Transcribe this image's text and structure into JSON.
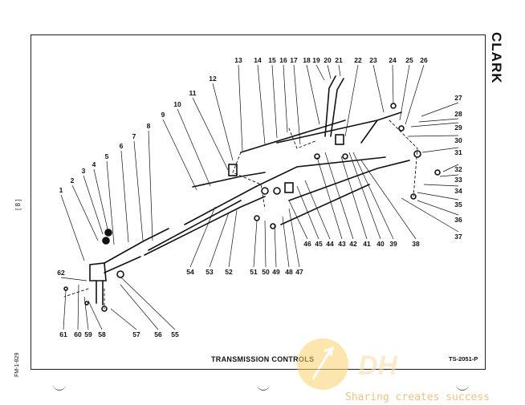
{
  "brand": "CLARK",
  "side_code": "[ 8 ]",
  "side_page": "FM-1-829",
  "caption": "TRANSMISSION CONTROLS",
  "figure_code": "TS-2051-P",
  "watermark_text": "Sharing creates success",
  "callouts": [
    "1",
    "2",
    "3",
    "4",
    "5",
    "6",
    "7",
    "8",
    "9",
    "10",
    "11",
    "12",
    "13",
    "14",
    "15",
    "16",
    "17",
    "18",
    "19",
    "20",
    "21",
    "22",
    "23",
    "24",
    "25",
    "26",
    "27",
    "28",
    "29",
    "30",
    "31",
    "32",
    "33",
    "34",
    "35",
    "36",
    "37",
    "38",
    "39",
    "40",
    "41",
    "42",
    "43",
    "44",
    "45",
    "46",
    "47",
    "48",
    "49",
    "50",
    "51",
    "52",
    "53",
    "54",
    "55",
    "56",
    "57",
    "58",
    "59",
    "60",
    "61",
    "62"
  ],
  "colors": {
    "ink": "#111111",
    "watermark": "#f2c27d",
    "logo_circle": "#fbd36c"
  }
}
